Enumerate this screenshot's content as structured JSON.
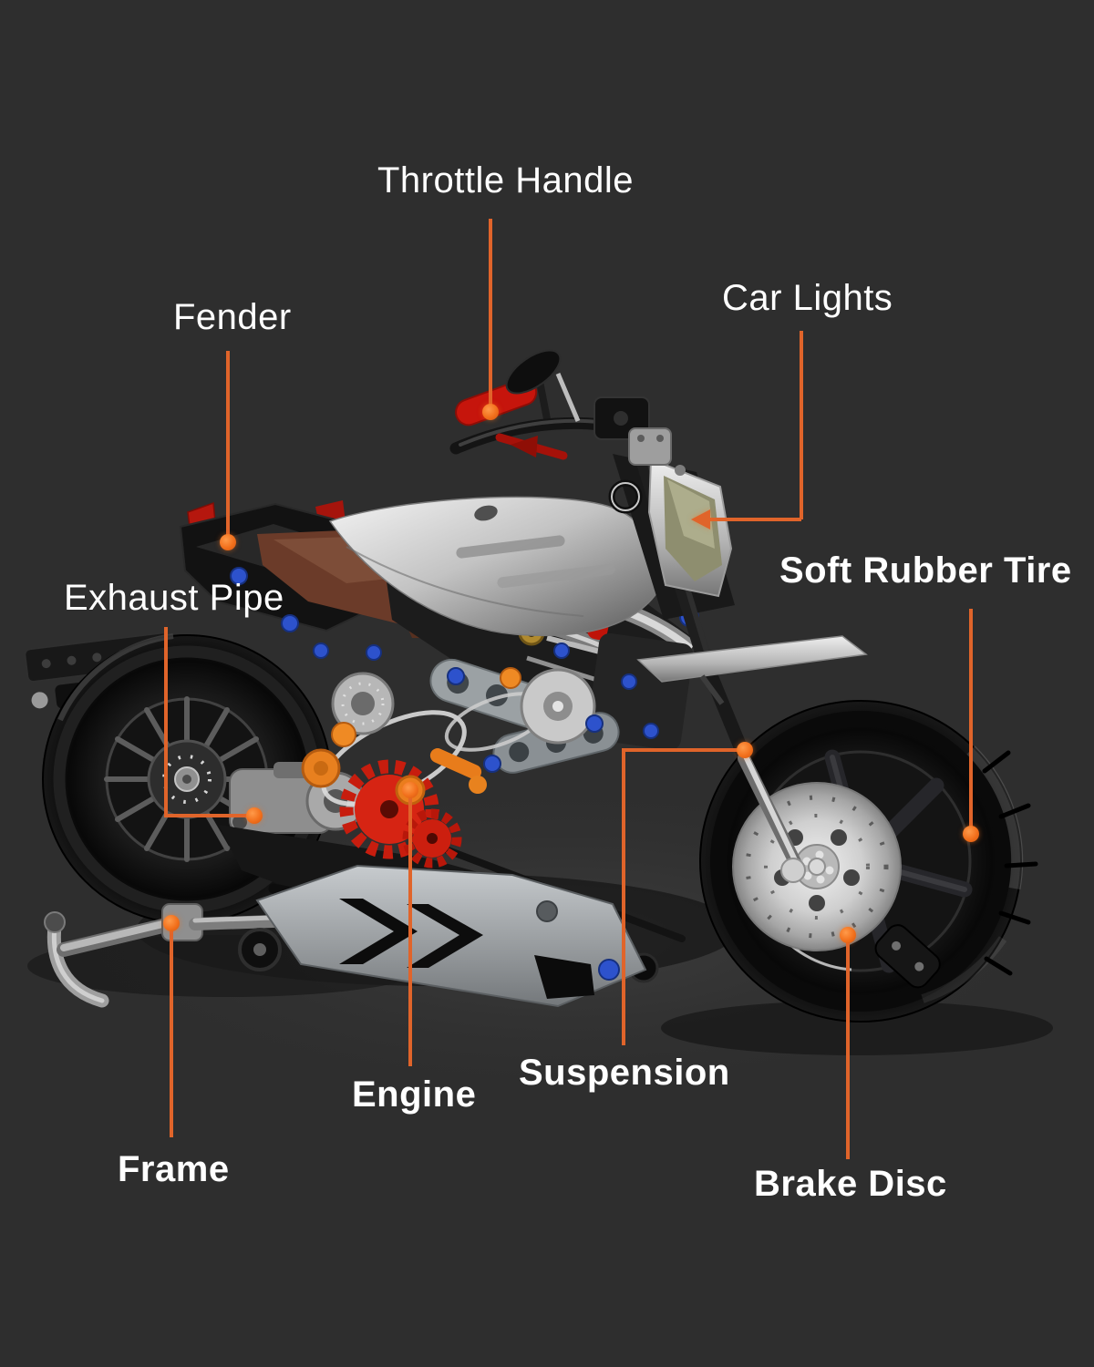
{
  "page": {
    "background": "#2e2e2e",
    "accent_color": "#e0642a",
    "dot_color": "#f2701c",
    "text_color": "#ffffff"
  },
  "diagram": {
    "labels": [
      {
        "id": "throttle-handle",
        "text": "Throttle Handle"
      },
      {
        "id": "car-lights",
        "text": "Car Lights"
      },
      {
        "id": "fender",
        "text": "Fender"
      },
      {
        "id": "exhaust-pipe",
        "text": "Exhaust Pipe"
      },
      {
        "id": "soft-rubber-tire",
        "text": "Soft Rubber Tire"
      },
      {
        "id": "engine",
        "text": "Engine"
      },
      {
        "id": "suspension",
        "text": "Suspension"
      },
      {
        "id": "frame",
        "text": "Frame"
      },
      {
        "id": "brake-disc",
        "text": "Brake Disc"
      }
    ]
  }
}
